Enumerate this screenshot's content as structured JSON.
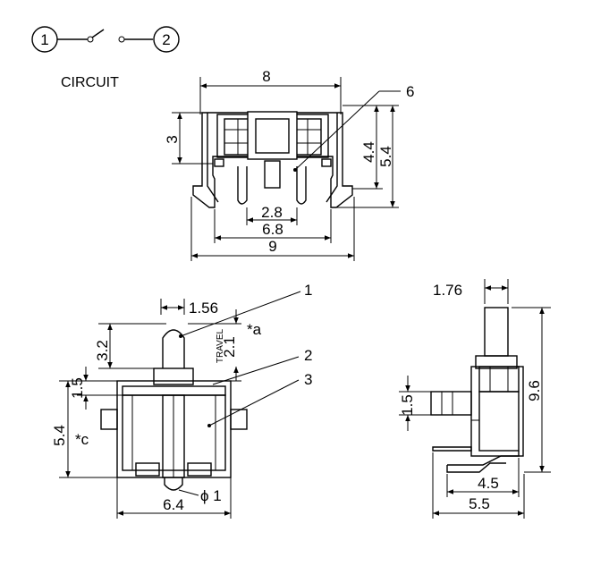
{
  "circuit": {
    "pin1": "1",
    "pin2": "2",
    "title": "CIRCUIT"
  },
  "top_view": {
    "width": "8",
    "height_left": "3",
    "leader": "6",
    "h1": "4.4",
    "h2": "5.4",
    "pin_spacing": "2.8",
    "inner_width": "6.8",
    "overall_width": "9"
  },
  "front_view": {
    "plunger_offset": "1.56",
    "leader1": "1",
    "leader2": "2",
    "leader3": "3",
    "travel_value": "2.1",
    "travel_label": "TRAVEL",
    "note_a": "*a",
    "plunger_height": "3.2",
    "step": "1.5",
    "body_height": "5.4",
    "note_c": "*c",
    "diameter": "ϕ 1",
    "body_width": "6.4"
  },
  "side_view": {
    "plunger_width": "1.76",
    "total_height": "9.6",
    "tab": "1.5",
    "lead_span": "4.5",
    "overall_width": "5.5"
  }
}
